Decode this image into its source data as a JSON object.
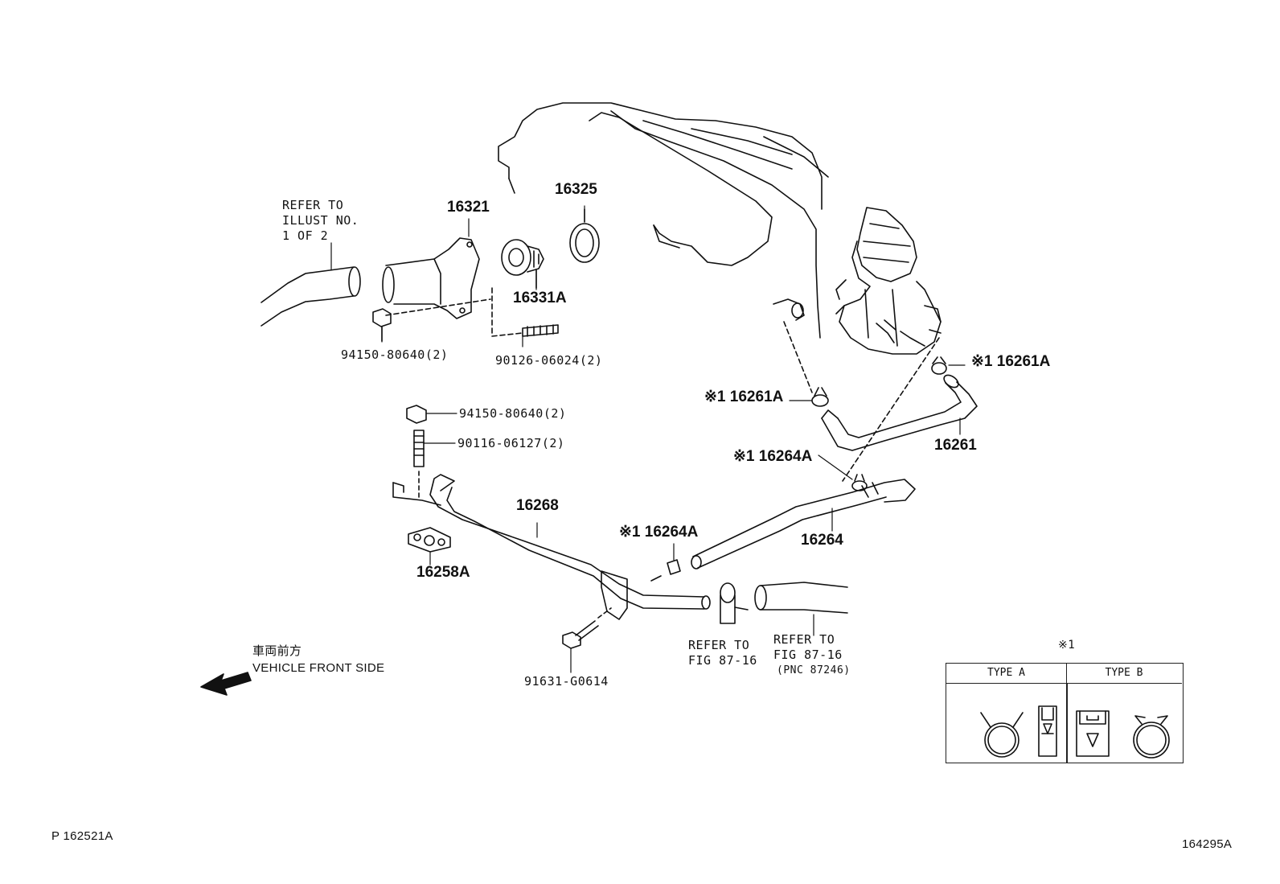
{
  "refs": {
    "illust": [
      "REFER TO",
      "ILLUST NO.",
      "1 OF 2"
    ],
    "fig_a": [
      "REFER TO",
      "FIG 87-16"
    ],
    "fig_b": [
      "REFER TO",
      "FIG 87-16",
      "(PNC 87246)"
    ]
  },
  "parts": {
    "p16321": "16321",
    "p16325": "16325",
    "p16331A": "16331A",
    "p94150_top": "94150-80640(2)",
    "p90126": "90126-06024(2)",
    "p94150_mid": "94150-80640(2)",
    "p90116": "90116-06127(2)",
    "p16268": "16268",
    "p16258A": "16258A",
    "p16264A_left": "※1 16264A",
    "p16264A_right": "※1 16264A",
    "p16264": "16264",
    "p16261A_left": "※1 16261A",
    "p16261A_right": "※1 16261A",
    "p16261": "16261",
    "p91631": "91631-G0614"
  },
  "direction": {
    "jp": "車両前方",
    "en": "VEHICLE FRONT SIDE"
  },
  "legend": {
    "mark": "※1",
    "type_a": "TYPE A",
    "type_b": "TYPE B"
  },
  "footer": {
    "left_code": "P 162521A",
    "right_code": "164295A"
  }
}
